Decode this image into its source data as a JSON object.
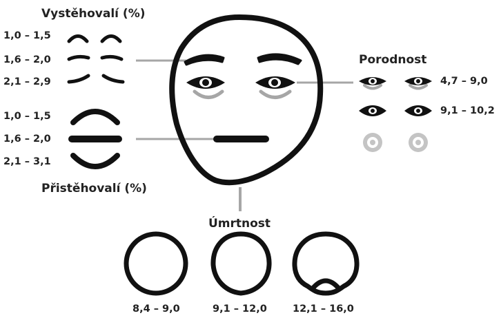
{
  "emigrants": {
    "title": "Vystěhovalí (%)",
    "ranges": [
      "1,0 – 1,5",
      "1,6 – 2,0",
      "2,1 – 2,9"
    ]
  },
  "immigrants": {
    "title": "Přistěhovalí (%)",
    "ranges": [
      "1,0 – 1,5",
      "1,6 – 2,0",
      "2,1 – 3,1"
    ]
  },
  "birthrate": {
    "title": "Porodnost",
    "ranges": [
      "4,7 – 9,0",
      "9,1 – 10,2"
    ]
  },
  "mortality": {
    "title": "Úmrtnost",
    "ranges": [
      "8,4 – 9,0",
      "9,1 – 12,0",
      "12,1 – 16,0"
    ]
  },
  "colors": {
    "ink": "#111111",
    "label": "#222222",
    "gray": "#a6a6a6",
    "light_gray": "#c4c4c4"
  }
}
